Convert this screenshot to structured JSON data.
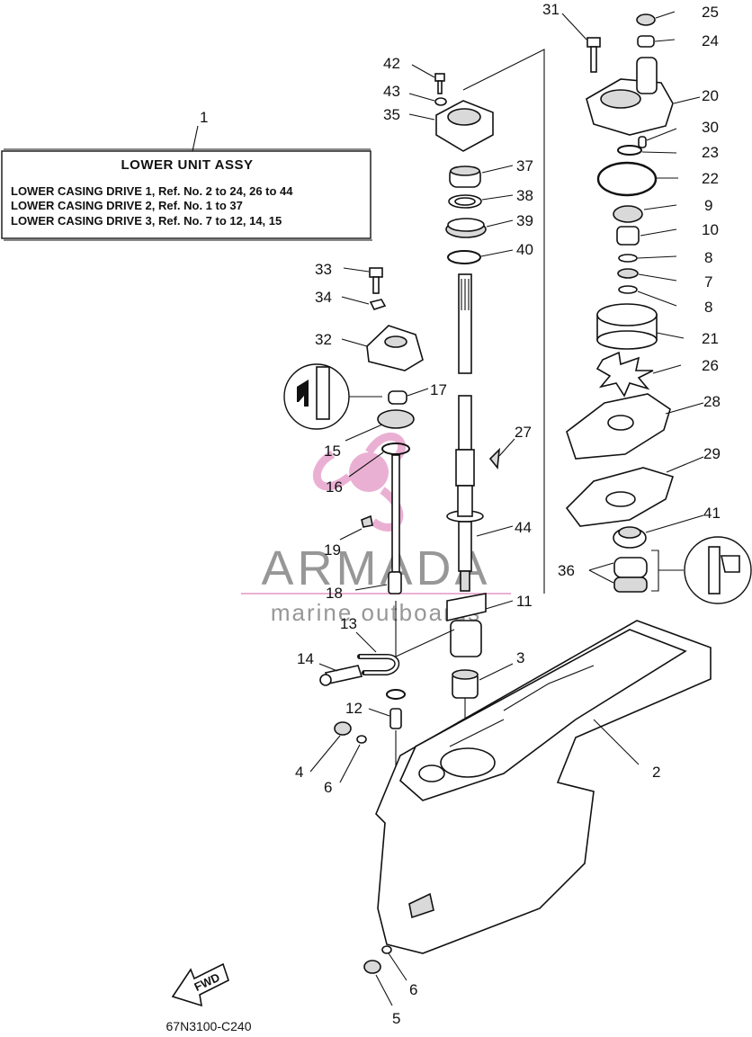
{
  "assembly_box": {
    "ref": "1",
    "title": "LOWER UNIT ASSY",
    "lines": [
      "LOWER CASING DRIVE 1, Ref. No. 2 to 24, 26 to 44",
      "LOWER CASING DRIVE 2, Ref. No. 1 to 37",
      "LOWER CASING DRIVE 3, Ref. No. 7 to 12, 14, 15"
    ]
  },
  "callouts": {
    "c31": "31",
    "c25": "25",
    "c24": "24",
    "c20": "20",
    "c30": "30",
    "c23": "23",
    "c22": "22",
    "c9": "9",
    "c10": "10",
    "c8a": "8",
    "c7": "7",
    "c8b": "8",
    "c21": "21",
    "c26": "26",
    "c28": "28",
    "c29": "29",
    "c41": "41",
    "c36": "36",
    "c42": "42",
    "c43": "43",
    "c35": "35",
    "c37": "37",
    "c38": "38",
    "c39": "39",
    "c40": "40",
    "c33": "33",
    "c34": "34",
    "c32": "32",
    "c17": "17",
    "c15": "15",
    "c16": "16",
    "c19": "19",
    "c18": "18",
    "c27": "27",
    "c44": "44",
    "c11": "11",
    "c3": "3",
    "c13": "13",
    "c14": "14",
    "c12": "12",
    "c4": "4",
    "c6a": "6",
    "c2": "2",
    "c6b": "6",
    "c5": "5"
  },
  "fwd_label": "FWD",
  "diagram_code": "67N3100-C240",
  "watermark": {
    "brand": "ARMADA",
    "tagline": "marine outboards"
  },
  "colors": {
    "ink": "#111111",
    "watermark_pink": "#e8a8cf",
    "watermark_gray": "#8c8c8c"
  }
}
